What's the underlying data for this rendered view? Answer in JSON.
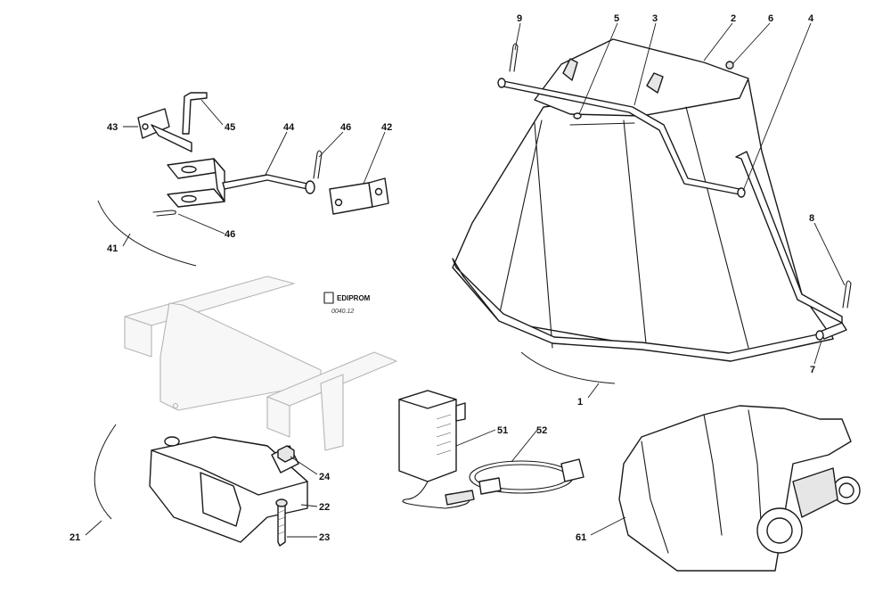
{
  "diagram": {
    "logo": {
      "brand": "EDIPROM",
      "code": "0040.12"
    },
    "callouts": [
      {
        "id": "c9",
        "label": "9"
      },
      {
        "id": "c5",
        "label": "5"
      },
      {
        "id": "c3",
        "label": "3"
      },
      {
        "id": "c2",
        "label": "2"
      },
      {
        "id": "c6",
        "label": "6"
      },
      {
        "id": "c4",
        "label": "4"
      },
      {
        "id": "c8",
        "label": "8"
      },
      {
        "id": "c7",
        "label": "7"
      },
      {
        "id": "c1",
        "label": "1"
      },
      {
        "id": "c43",
        "label": "43"
      },
      {
        "id": "c45",
        "label": "45"
      },
      {
        "id": "c44",
        "label": "44"
      },
      {
        "id": "c46a",
        "label": "46"
      },
      {
        "id": "c42",
        "label": "42"
      },
      {
        "id": "c46b",
        "label": "46"
      },
      {
        "id": "c41",
        "label": "41"
      },
      {
        "id": "c51",
        "label": "51"
      },
      {
        "id": "c52",
        "label": "52"
      },
      {
        "id": "c24",
        "label": "24"
      },
      {
        "id": "c22",
        "label": "22"
      },
      {
        "id": "c23",
        "label": "23"
      },
      {
        "id": "c21",
        "label": "21"
      },
      {
        "id": "c61",
        "label": "61"
      }
    ]
  }
}
